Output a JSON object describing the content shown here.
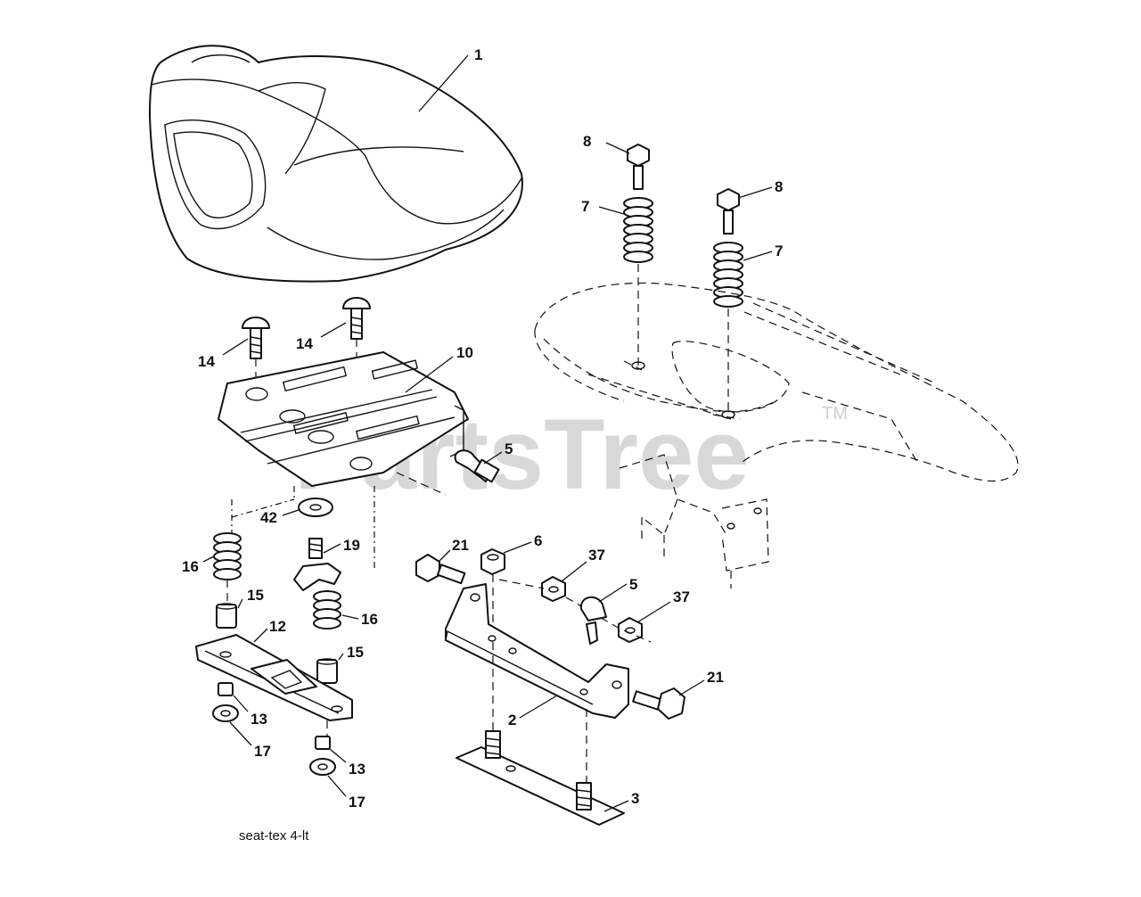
{
  "watermark": {
    "text": "PartsTree",
    "trademark": "TM"
  },
  "caption": "seat-tex  4-lt",
  "callouts": {
    "c1": "1",
    "c8a": "8",
    "c8b": "8",
    "c7a": "7",
    "c7b": "7",
    "c14a": "14",
    "c14b": "14",
    "c10": "10",
    "c5a": "5",
    "c5b": "5",
    "c42": "42",
    "c19": "19",
    "c16a": "16",
    "c16b": "16",
    "c15a": "15",
    "c15b": "15",
    "c12": "12",
    "c13a": "13",
    "c13b": "13",
    "c17a": "17",
    "c17b": "17",
    "c21a": "21",
    "c21b": "21",
    "c6": "6",
    "c37a": "37",
    "c37b": "37",
    "c2": "2",
    "c3": "3"
  }
}
